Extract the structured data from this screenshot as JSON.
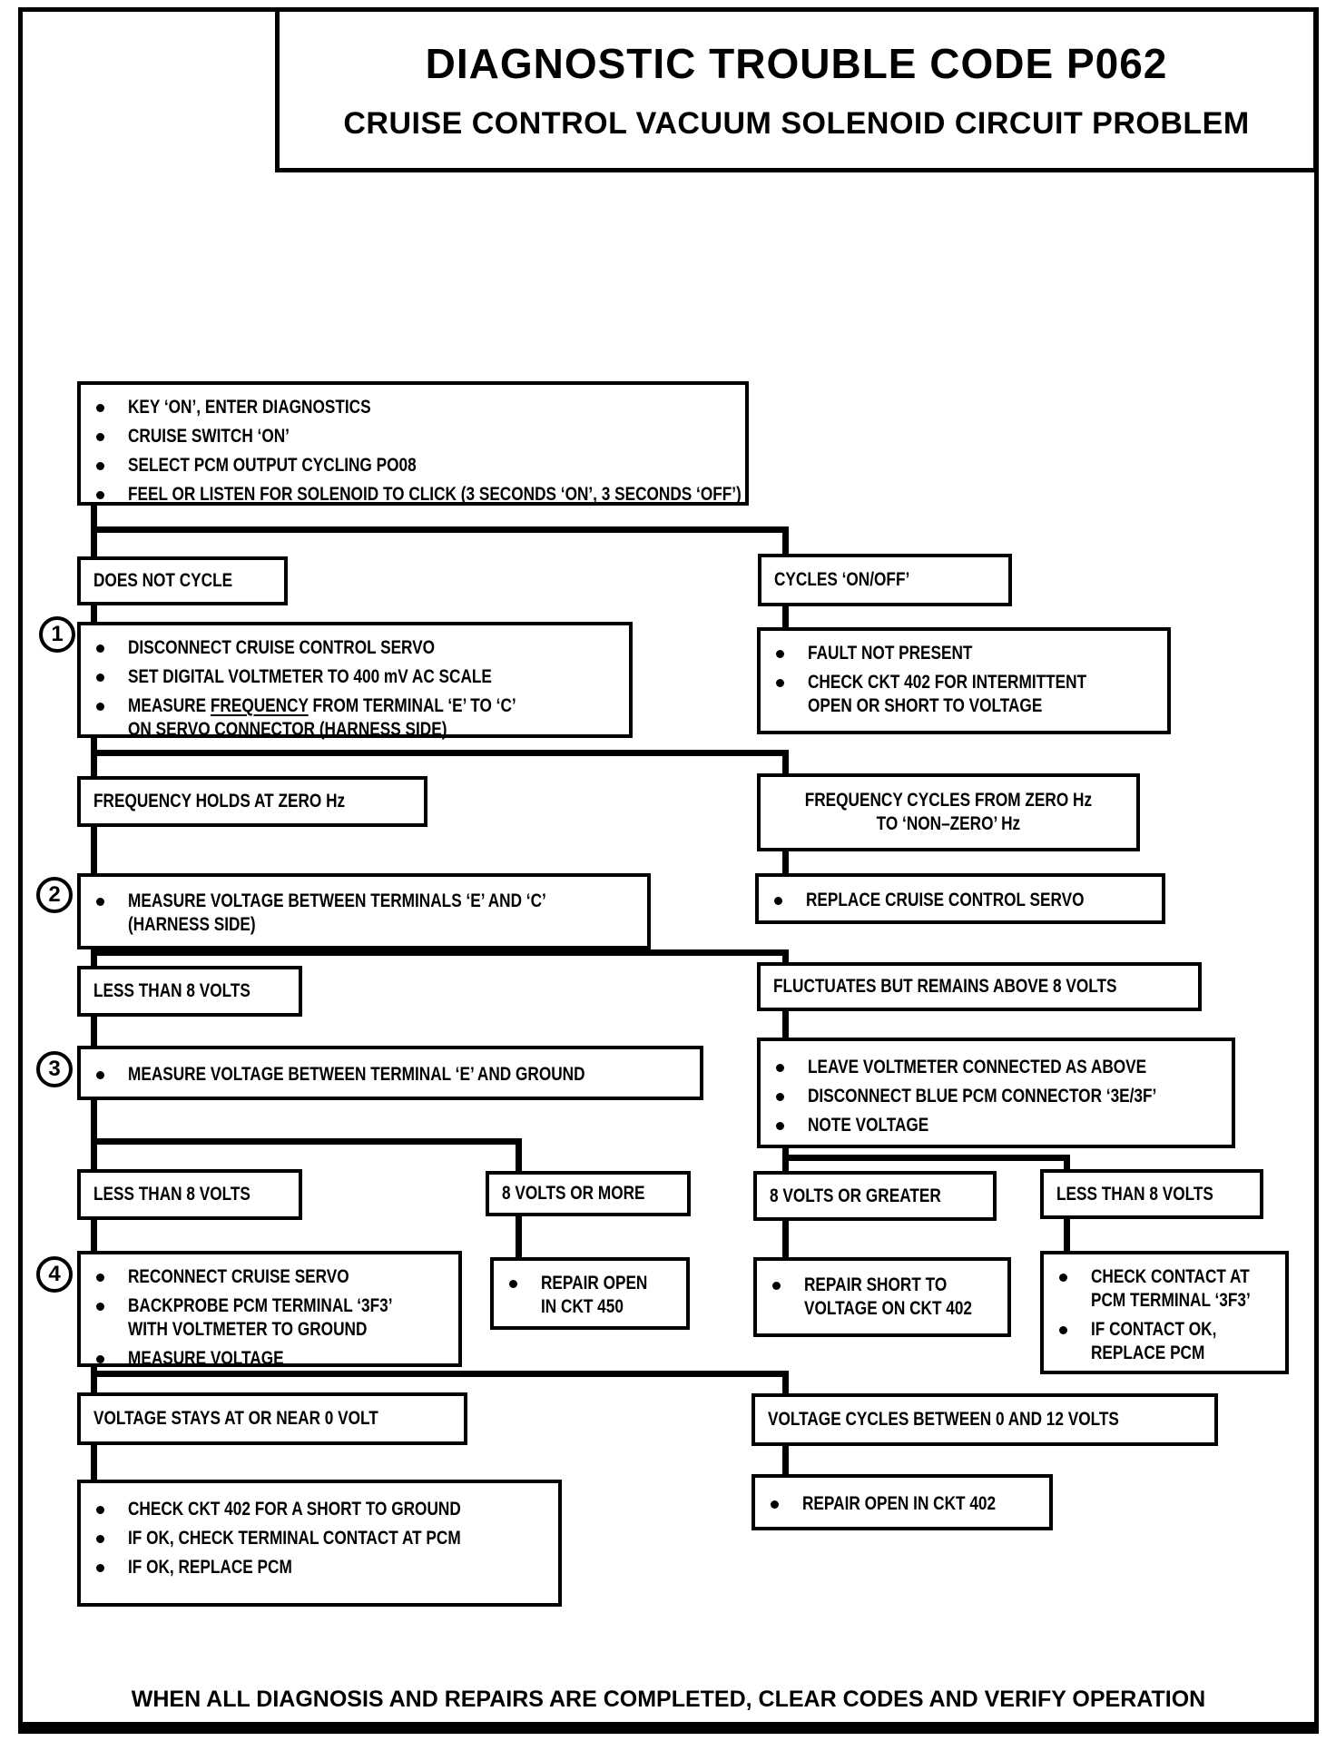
{
  "header": {
    "title": "DIAGNOSTIC TROUBLE CODE P062",
    "subtitle": "CRUISE CONTROL VACUUM SOLENOID CIRCUIT PROBLEM"
  },
  "footer": {
    "note": "WHEN ALL DIAGNOSIS AND REPAIRS ARE COMPLETED, CLEAR CODES AND VERIFY OPERATION"
  },
  "colors": {
    "ink": "#000000",
    "paper": "#ffffff"
  },
  "flow": {
    "start": {
      "b1": "KEY ‘ON’, ENTER DIAGNOSTICS",
      "b2": "CRUISE SWITCH ‘ON’",
      "b3": "SELECT PCM OUTPUT CYCLING PO08",
      "b4": "FEEL OR LISTEN FOR SOLENOID TO CLICK (3 SECONDS ‘ON’, 3 SECONDS ‘OFF’)"
    },
    "does_not_cycle": "DOES NOT CYCLE",
    "cycles_on_off": "CYCLES ‘ON/OFF’",
    "step1": {
      "num": "1",
      "b1": "DISCONNECT CRUISE CONTROL SERVO",
      "b2": "SET DIGITAL VOLTMETER TO 400 mV AC SCALE",
      "b3_pre": "MEASURE ",
      "b3_u": "FREQUENCY",
      "b3_post": " FROM TERMINAL ‘E’ TO ‘C’\nON SERVO CONNECTOR (HARNESS SIDE)"
    },
    "fault_not_present": {
      "b1": "FAULT NOT PRESENT",
      "b2": "CHECK CKT 402 FOR INTERMITTENT\nOPEN OR SHORT TO VOLTAGE"
    },
    "freq_holds": "FREQUENCY HOLDS AT ZERO Hz",
    "freq_cycles": "FREQUENCY CYCLES FROM ZERO Hz\nTO ‘NON–ZERO’ Hz",
    "replace_servo": {
      "b1": "REPLACE CRUISE CONTROL SERVO"
    },
    "step2": {
      "num": "2",
      "b1": "MEASURE VOLTAGE BETWEEN TERMINALS ‘E’ AND ‘C’\n(HARNESS SIDE)"
    },
    "less_than_8_a": "LESS THAN 8 VOLTS",
    "fluctuates": "FLUCTUATES BUT REMAINS ABOVE 8 VOLTS",
    "step3": {
      "num": "3",
      "b1": "MEASURE VOLTAGE BETWEEN TERMINAL ‘E’ AND GROUND"
    },
    "leave_voltmeter": {
      "b1": "LEAVE VOLTMETER CONNECTED AS ABOVE",
      "b2": "DISCONNECT BLUE PCM CONNECTOR ‘3E/3F’",
      "b3": "NOTE VOLTAGE"
    },
    "less_than_8_b": "LESS THAN 8 VOLTS",
    "volts_8_or_more": "8 VOLTS OR MORE",
    "volts_8_or_greater": "8 VOLTS OR GREATER",
    "less_than_8_c": "LESS THAN 8 VOLTS",
    "step4": {
      "num": "4",
      "b1": "RECONNECT CRUISE SERVO",
      "b2": "BACKPROBE PCM TERMINAL ‘3F3’\nWITH VOLTMETER TO GROUND",
      "b3": "MEASURE VOLTAGE"
    },
    "repair_open_450": {
      "b1": "REPAIR OPEN\nIN CKT 450"
    },
    "repair_short_402": {
      "b1": "REPAIR SHORT TO\nVOLTAGE ON CKT 402"
    },
    "check_contact": {
      "b1": "CHECK CONTACT AT\nPCM TERMINAL ‘3F3’",
      "b2": "IF CONTACT OK,\nREPLACE PCM"
    },
    "voltage_stays": "VOLTAGE STAYS AT OR NEAR 0 VOLT",
    "voltage_cycles": "VOLTAGE CYCLES BETWEEN 0 AND 12 VOLTS",
    "check_ckt_402": {
      "b1": "CHECK CKT 402 FOR A SHORT TO GROUND",
      "b2": "IF OK, CHECK TERMINAL CONTACT AT PCM",
      "b3": "IF OK, REPLACE PCM"
    },
    "repair_open_402": {
      "b1": "REPAIR OPEN IN CKT 402"
    }
  }
}
